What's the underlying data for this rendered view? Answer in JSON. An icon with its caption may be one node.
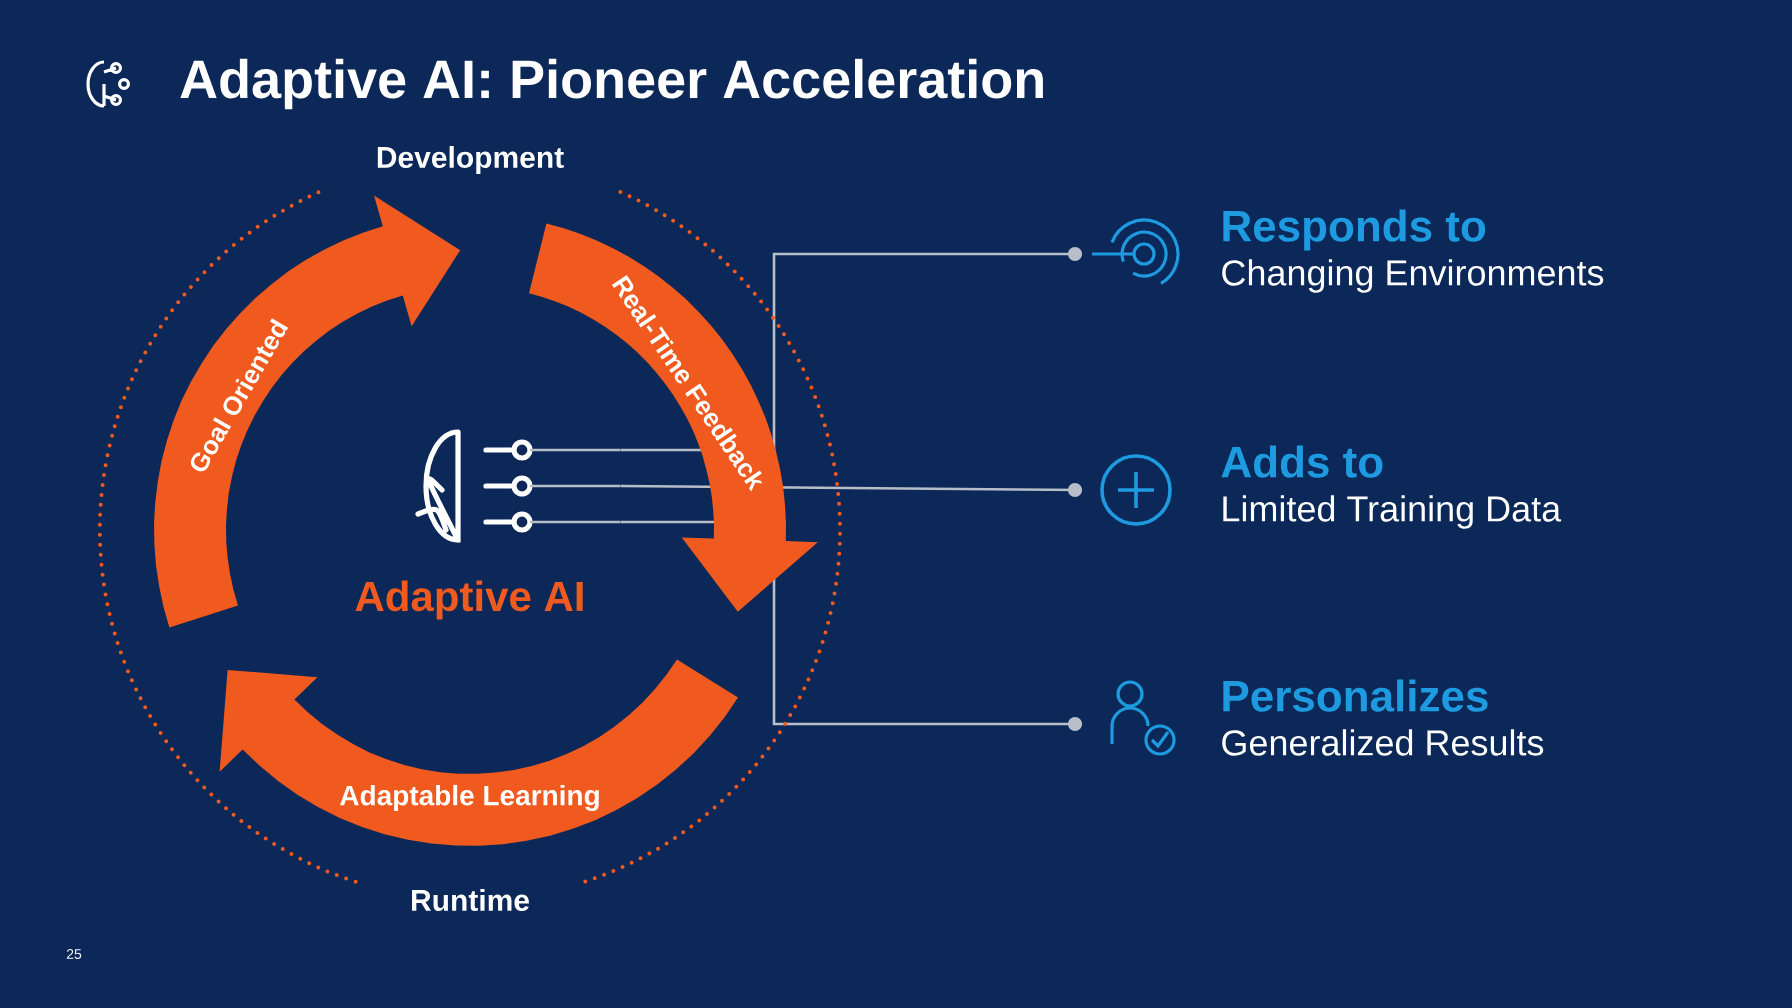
{
  "diagram": {
    "title": "Adaptive AI: Pioneer Acceleration",
    "nodes": [
      {
        "text": [
          "Adaptive AI"
        ]
      },
      {
        "text": [
          "Responds to",
          "Changing Environments"
        ]
      },
      {
        "text": [
          "Adds to",
          "Limited Training Data"
        ]
      },
      {
        "text": [
          "Personalizes",
          "Generalized Results"
        ]
      }
    ],
    "edges": [
      {
        "from": 0,
        "to": 1,
        "arrow": "other"
      },
      {
        "from": 0,
        "to": 2,
        "arrow": "other"
      },
      {
        "from": 0,
        "to": 3,
        "arrow": "other"
      }
    ],
    "labels": [
      "Development",
      "Goal Oriented",
      "Real-Time Feedback",
      "Adaptable Learning",
      "Runtime",
      "25"
    ]
  }
}
